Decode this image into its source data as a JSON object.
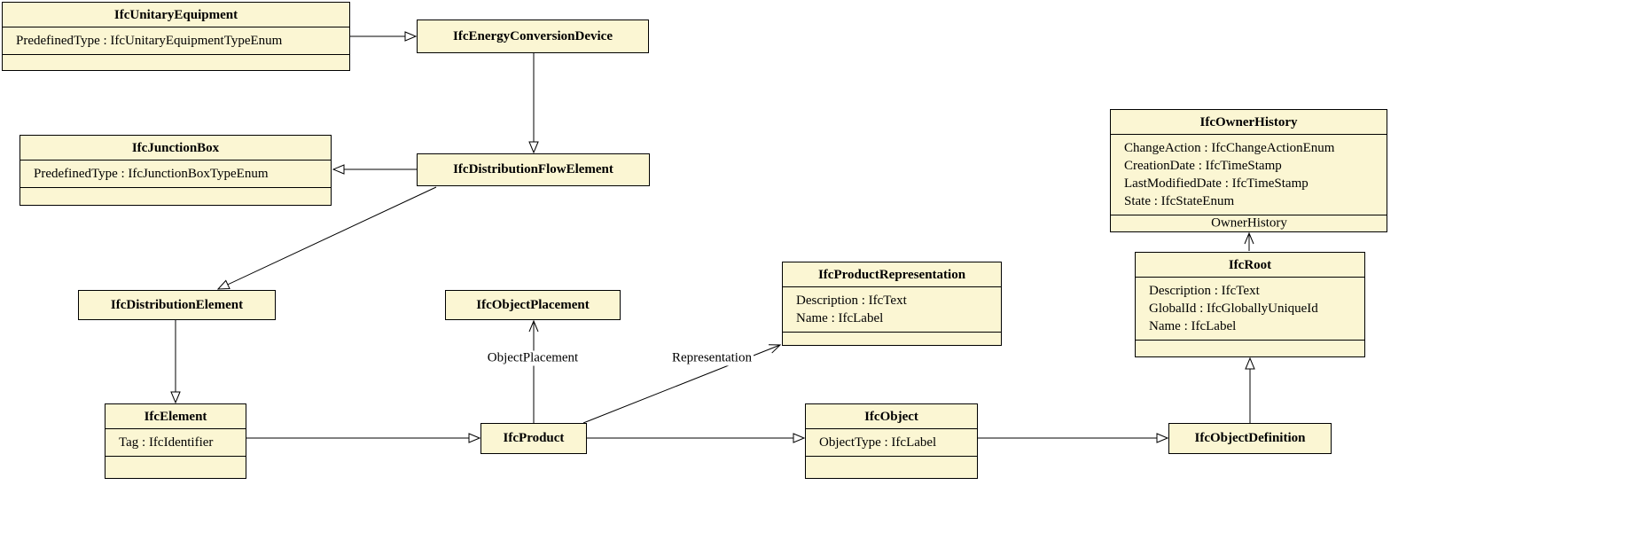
{
  "diagram": {
    "type": "uml-class-diagram",
    "background": "#ffffff",
    "node_fill": "#fbf6d3",
    "node_border": "#000000"
  },
  "nodes": {
    "ifc_unitary_equipment": {
      "title": "IfcUnitaryEquipment",
      "attributes": [
        "PredefinedType : IfcUnitaryEquipmentTypeEnum"
      ]
    },
    "ifc_energy_conversion_device": {
      "title": "IfcEnergyConversionDevice"
    },
    "ifc_junction_box": {
      "title": "IfcJunctionBox",
      "attributes": [
        "PredefinedType : IfcJunctionBoxTypeEnum"
      ]
    },
    "ifc_distribution_flow_element": {
      "title": "IfcDistributionFlowElement"
    },
    "ifc_owner_history": {
      "title": "IfcOwnerHistory",
      "attributes": [
        "ChangeAction : IfcChangeActionEnum",
        "CreationDate : IfcTimeStamp",
        "LastModifiedDate : IfcTimeStamp",
        "State : IfcStateEnum"
      ]
    },
    "ifc_product_representation": {
      "title": "IfcProductRepresentation",
      "attributes": [
        "Description : IfcText",
        "Name : IfcLabel"
      ]
    },
    "ifc_distribution_element": {
      "title": "IfcDistributionElement"
    },
    "ifc_object_placement": {
      "title": "IfcObjectPlacement"
    },
    "ifc_root": {
      "title": "IfcRoot",
      "attributes": [
        "Description : IfcText",
        "GlobalId : IfcGloballyUniqueId",
        "Name : IfcLabel"
      ]
    },
    "ifc_element": {
      "title": "IfcElement",
      "attributes": [
        "Tag : IfcIdentifier"
      ]
    },
    "ifc_product": {
      "title": "IfcProduct"
    },
    "ifc_object": {
      "title": "IfcObject",
      "attributes": [
        "ObjectType : IfcLabel"
      ]
    },
    "ifc_object_definition": {
      "title": "IfcObjectDefinition"
    }
  },
  "edges": [
    {
      "from": "IfcUnitaryEquipment",
      "to": "IfcEnergyConversionDevice",
      "kind": "generalization"
    },
    {
      "from": "IfcEnergyConversionDevice",
      "to": "IfcDistributionFlowElement",
      "kind": "generalization"
    },
    {
      "from": "IfcDistributionFlowElement",
      "to": "IfcJunctionBox",
      "kind": "generalization"
    },
    {
      "from": "IfcDistributionFlowElement",
      "to": "IfcDistributionElement",
      "kind": "generalization"
    },
    {
      "from": "IfcDistributionElement",
      "to": "IfcElement",
      "kind": "generalization"
    },
    {
      "from": "IfcElement",
      "to": "IfcProduct",
      "kind": "generalization"
    },
    {
      "from": "IfcProduct",
      "to": "IfcObjectPlacement",
      "kind": "association",
      "label": "ObjectPlacement"
    },
    {
      "from": "IfcProduct",
      "to": "IfcProductRepresentation",
      "kind": "association",
      "label": "Representation"
    },
    {
      "from": "IfcProduct",
      "to": "IfcObject",
      "kind": "generalization"
    },
    {
      "from": "IfcObject",
      "to": "IfcObjectDefinition",
      "kind": "generalization"
    },
    {
      "from": "IfcObjectDefinition",
      "to": "IfcRoot",
      "kind": "generalization"
    },
    {
      "from": "IfcRoot",
      "to": "IfcOwnerHistory",
      "kind": "association",
      "label": "OwnerHistory"
    }
  ]
}
